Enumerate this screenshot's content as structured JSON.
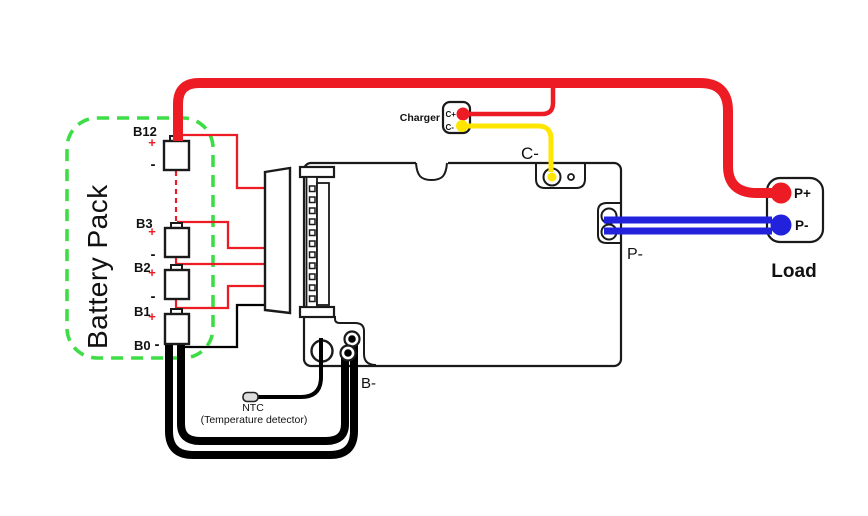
{
  "battery": {
    "pack_label": "Battery Pack",
    "cells": [
      {
        "name": "B12"
      },
      {
        "name": "B3"
      },
      {
        "name": "B2"
      },
      {
        "name": "B1"
      }
    ],
    "bottom_node": "B0",
    "plus": "+",
    "minus": "-"
  },
  "charger": {
    "label": "Charger",
    "pin_plus": "C+",
    "pin_minus": "C-"
  },
  "bms": {
    "c_minus_pad": "C-",
    "p_minus_pad": "P-",
    "b_minus_pad": "B-",
    "ntc_label": "NTC",
    "ntc_sublabel": "(Temperature detector)"
  },
  "load": {
    "label": "Load",
    "pin_plus": "P+",
    "pin_minus": "P-"
  },
  "colors": {
    "wire_positive_red": "#ed1c24",
    "wire_charge_yellow": "#ffe600",
    "wire_load_blue": "#2222dd",
    "wire_negative_black": "#000000",
    "battery_pack_green": "#3ddd46",
    "outline_black": "#1a1a1a",
    "background": "#ffffff"
  }
}
